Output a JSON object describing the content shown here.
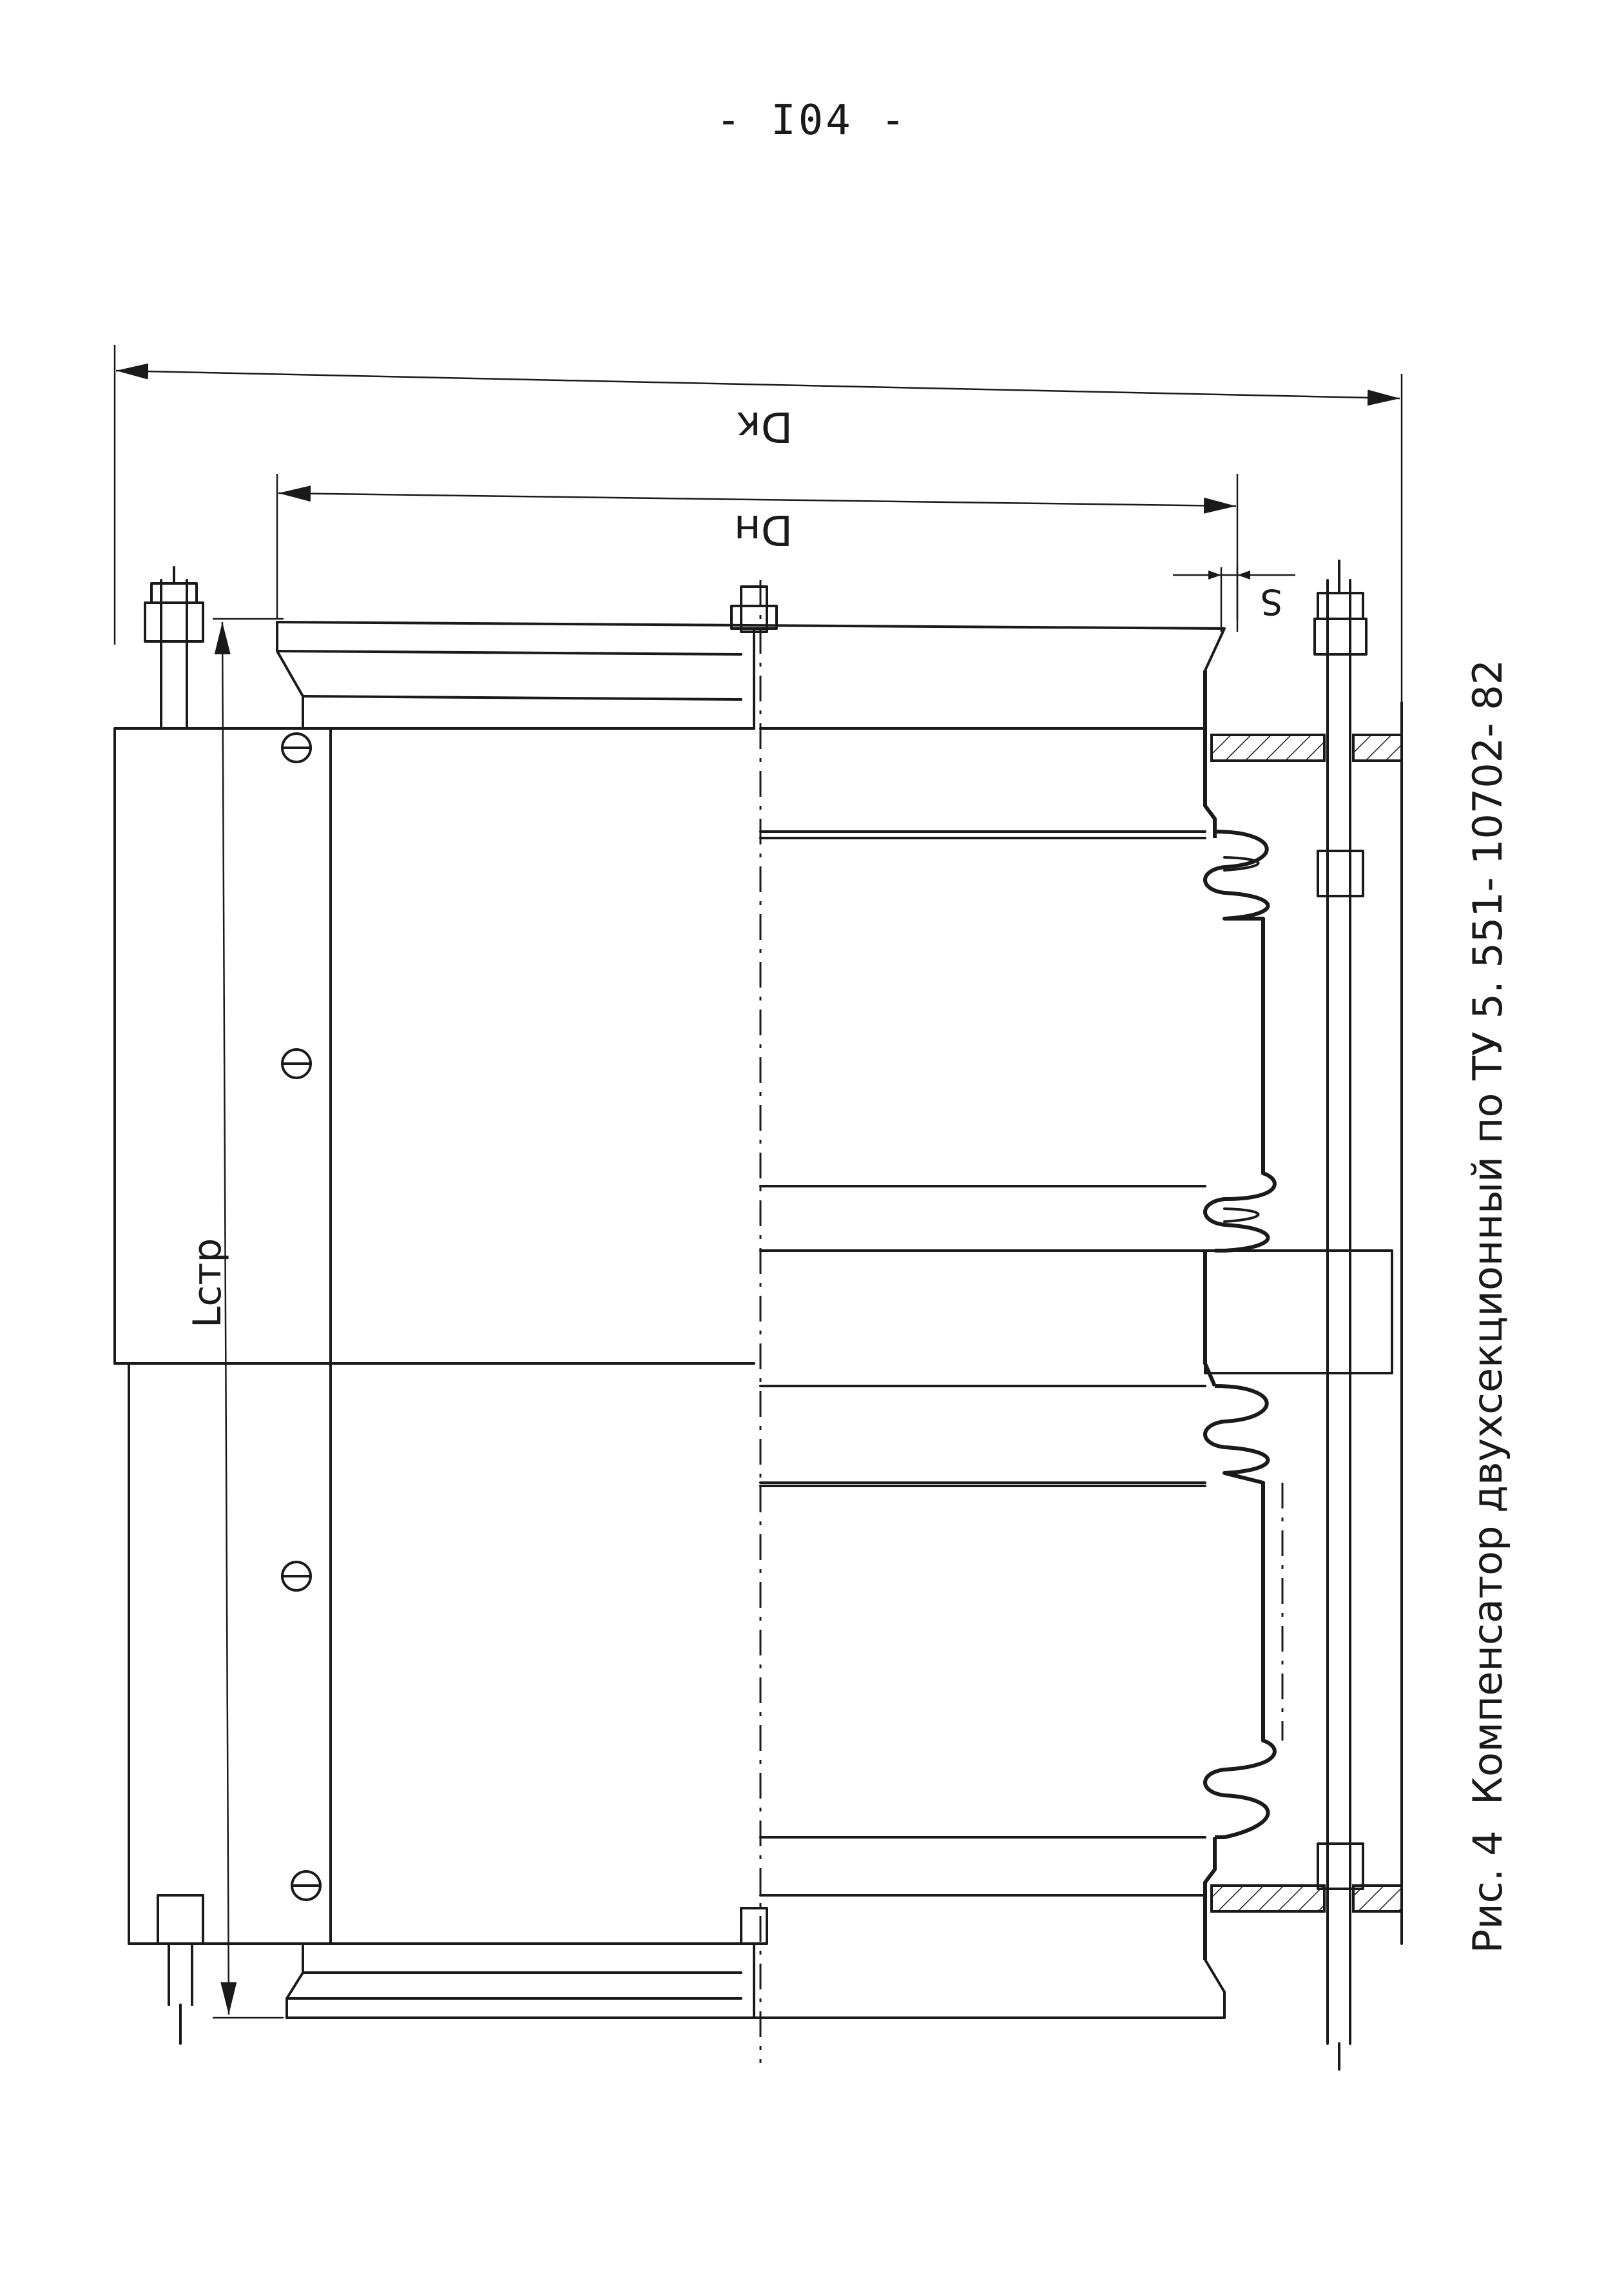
{
  "page": {
    "number": "- I04 -"
  },
  "drawing": {
    "dim_dk": "Dк",
    "dim_dn": "Dн",
    "dim_s": "S",
    "dim_lstr": "Lстр"
  },
  "caption": {
    "fig_no": "Рис. 4",
    "text": "Компенсатор двухсекционный по ТУ 5. 551- 10702- 82"
  }
}
